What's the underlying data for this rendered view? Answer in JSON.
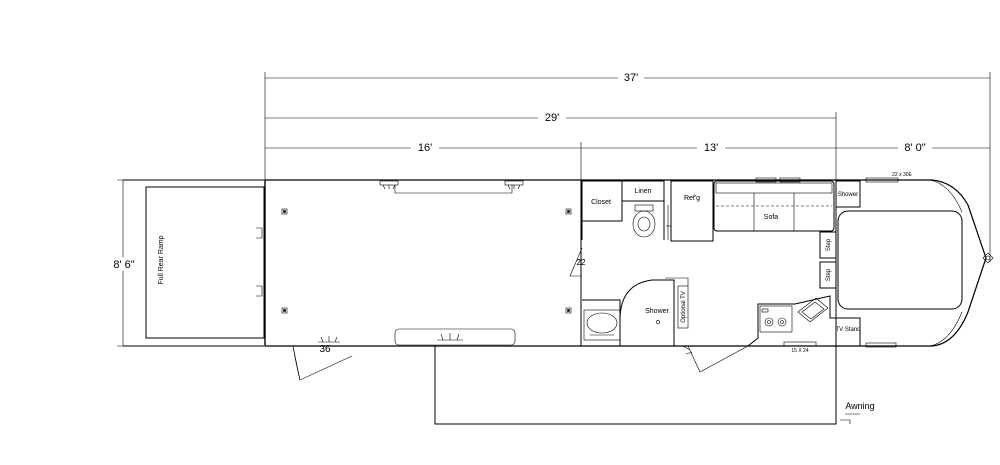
{
  "dimensions": {
    "overall": "37'",
    "living_quarters_total": "29'",
    "rear_section": "16'",
    "front_section": "13'",
    "nose": "8' 0\"",
    "width": "8' 6\""
  },
  "rooms": {
    "rear_ramp": "Full Rear Ramp",
    "closet": "Closet",
    "linen": "Linen",
    "refrigerator": "Ref'g",
    "sofa": "Sofa",
    "shower_front": "Shower",
    "step_upper": "Step",
    "step_lower": "Step",
    "shower_bath": "Shower",
    "optional_tv": "Optional TV",
    "tv_stand": "TV Stand",
    "awning": "Awning"
  },
  "sizes": {
    "rear_door": "36",
    "bath_door": "22",
    "window_front": "22 x 30E",
    "window_kitchen": "15 X 24"
  }
}
